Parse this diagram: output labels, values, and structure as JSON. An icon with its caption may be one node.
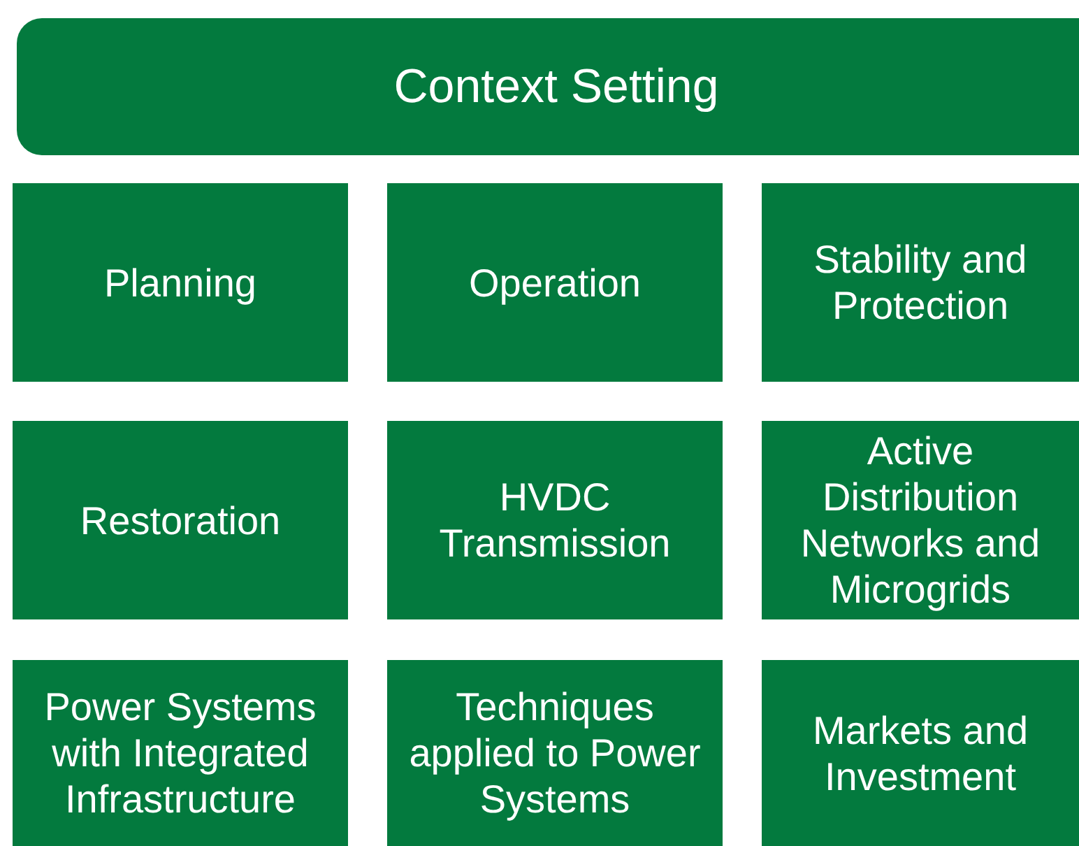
{
  "diagram": {
    "nodes": [
      {
        "text": [
          "Context Setting"
        ]
      },
      {
        "text": [
          "Planning"
        ]
      },
      {
        "text": [
          "Operation"
        ]
      },
      {
        "text": [
          "Stability and Protection"
        ]
      },
      {
        "text": [
          "Restoration"
        ]
      },
      {
        "text": [
          "HVDC Transmission"
        ]
      },
      {
        "text": [
          "Active Distribution Networks and Microgrids"
        ]
      },
      {
        "text": [
          "Power Systems with Integrated Infrastructure"
        ]
      },
      {
        "text": [
          "Techniques applied to Power Systems"
        ]
      },
      {
        "text": [
          "Markets and Investment"
        ]
      }
    ]
  }
}
